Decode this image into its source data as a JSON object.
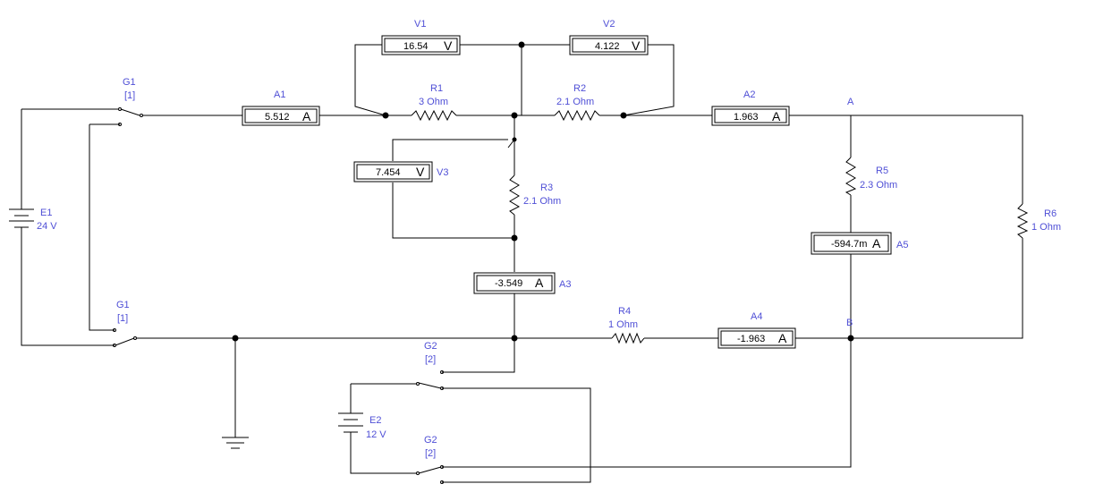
{
  "colors": {
    "wire": "#000000",
    "label": "#4f4fd6"
  },
  "icons": {
    "resistor": "resistor-icon",
    "battery": "battery-icon",
    "switch": "switch-icon",
    "ground": "ground-icon"
  },
  "sources": {
    "e1": {
      "name": "E1",
      "value": "24 V"
    },
    "e2": {
      "name": "E2",
      "value": "12 V"
    }
  },
  "resistors": {
    "r1": {
      "name": "R1",
      "value": "3  Ohm"
    },
    "r2": {
      "name": "R2",
      "value": "2.1  Ohm"
    },
    "r3": {
      "name": "R3",
      "value": "2.1  Ohm"
    },
    "r4": {
      "name": "R4",
      "value": "1  Ohm"
    },
    "r5": {
      "name": "R5",
      "value": "2.3  Ohm"
    },
    "r6": {
      "name": "R6",
      "value": "1  Ohm"
    }
  },
  "meters": {
    "a1": {
      "name": "A1",
      "reading": "5.512",
      "unit": "A"
    },
    "a2": {
      "name": "A2",
      "reading": "1.963",
      "unit": "A"
    },
    "a3": {
      "name": "A3",
      "reading": "-3.549",
      "unit": "A"
    },
    "a4": {
      "name": "A4",
      "reading": "-1.963",
      "unit": "A"
    },
    "a5": {
      "name": "A5",
      "reading": "-594.7m",
      "unit": "A"
    },
    "v1": {
      "name": "V1",
      "reading": "16.54",
      "unit": "V"
    },
    "v2": {
      "name": "V2",
      "reading": "4.122",
      "unit": "V"
    },
    "v3": {
      "name": "V3",
      "reading": "7.454",
      "unit": "V"
    }
  },
  "switches": {
    "g1_top": {
      "name": "G1",
      "key": "[1]"
    },
    "g1_bottom": {
      "name": "G1",
      "key": "[1]"
    },
    "g2_top": {
      "name": "G2",
      "key": "[2]"
    },
    "g2_bottom": {
      "name": "G2",
      "key": "[2]"
    }
  },
  "nodes": {
    "a": "A",
    "b": "B"
  }
}
